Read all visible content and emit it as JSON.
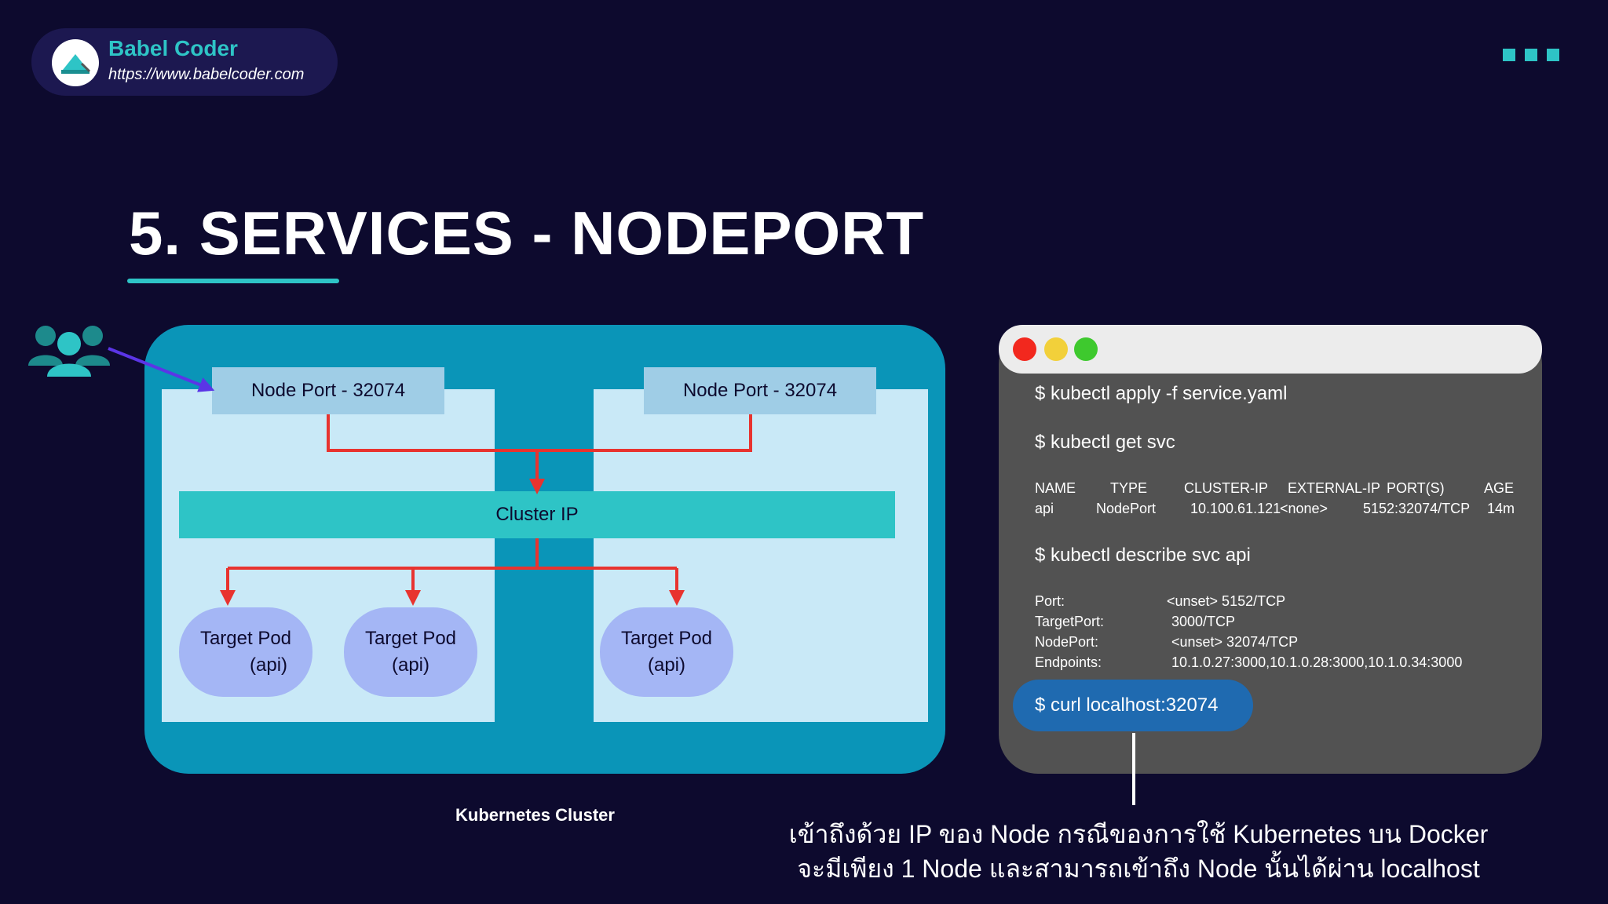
{
  "brand": {
    "name": "Babel Coder",
    "url": "https://www.babelcoder.com"
  },
  "title": "5. SERVICES - NODEPORT",
  "diagram": {
    "node_ports": [
      "Node Port - 32074",
      "Node Port - 32074"
    ],
    "cluster_ip": "Cluster IP",
    "pods": [
      {
        "name": "Target Pod",
        "app": "(api)"
      },
      {
        "name": "Target Pod",
        "app": "(api)"
      },
      {
        "name": "Target Pod",
        "app": "(api)"
      }
    ],
    "cluster_label": "Kubernetes Cluster"
  },
  "terminal": {
    "cmd_apply": "$ kubectl apply -f service.yaml",
    "cmd_get": "$ kubectl get svc",
    "svc_headers": [
      "NAME",
      "TYPE",
      "CLUSTER-IP",
      "EXTERNAL-IP",
      "PORT(S)",
      "AGE"
    ],
    "svc_row": [
      "api",
      "NodePort",
      "10.100.61.121",
      "<none>",
      "5152:32074/TCP",
      "14m"
    ],
    "cmd_describe": "$ kubectl describe svc api",
    "details": [
      {
        "key": "Port:",
        "value": "<unset>  5152/TCP"
      },
      {
        "key": "TargetPort:",
        "value": "3000/TCP"
      },
      {
        "key": "NodePort:",
        "value": "<unset>  32074/TCP"
      },
      {
        "key": "Endpoints:",
        "value": "10.1.0.27:3000,10.1.0.28:3000,10.1.0.34:3000"
      }
    ],
    "cmd_curl": "$ curl localhost:32074"
  },
  "note": {
    "line1": "เข้าถึงด้วย IP ของ Node กรณีของการใช้ Kubernetes บน Docker",
    "line2": "จะมีเพียง 1 Node และสามารถเข้าถึง Node นั้นได้ผ่าน localhost"
  },
  "colors": {
    "background": "#0d0a2e",
    "accent": "#2ec4c6",
    "cluster": "#0a95b8",
    "node": "#c9e9f7",
    "pod": "#a4b6f5",
    "arrow": "#e8332f",
    "user_arrow": "#5b35e6",
    "terminal": "#525252",
    "curl_pill": "#1f6ab0"
  }
}
